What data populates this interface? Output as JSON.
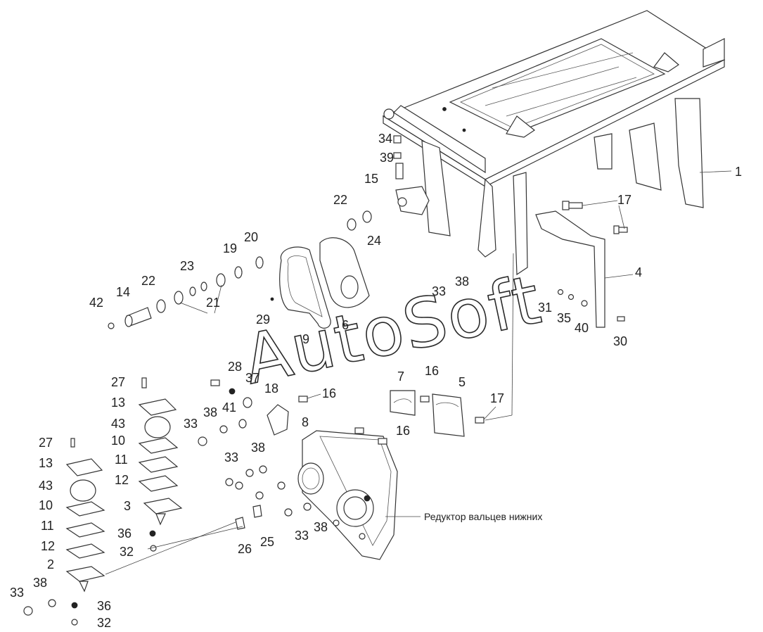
{
  "watermark": "AutoSoft",
  "caption": "Редуктор вальцев нижних",
  "labels": {
    "l1": "1",
    "l17a": "17",
    "l4": "4",
    "l34": "34",
    "l39": "39",
    "l15": "15",
    "l22a": "22",
    "l24": "24",
    "l20": "20",
    "l19": "19",
    "l23": "23",
    "l22b": "22",
    "l14": "14",
    "l42": "42",
    "l21": "21",
    "l33a": "33",
    "l38a": "38",
    "l31": "31",
    "l35": "35",
    "l40": "40",
    "l30": "30",
    "l29": "29",
    "l9": "9",
    "l6": "6",
    "l28": "28",
    "l37": "37",
    "l18": "18",
    "l41": "41",
    "l16a": "16",
    "l7": "7",
    "l16b": "16",
    "l5": "5",
    "l17b": "17",
    "l27a": "27",
    "l13a": "13",
    "l43a": "43",
    "l10a": "10",
    "l11a": "11",
    "l12a": "12",
    "l3": "3",
    "l36a": "36",
    "l32a": "32",
    "l33b": "33",
    "l38b": "38",
    "l8": "8",
    "l16c": "16",
    "l33c": "33",
    "l38c": "38",
    "l26": "26",
    "l25": "25",
    "l33d": "33",
    "l38d": "38",
    "l27b": "27",
    "l13b": "13",
    "l43b": "43",
    "l10b": "10",
    "l11b": "11",
    "l12b": "12",
    "l2": "2",
    "l33e": "33",
    "l38e": "38",
    "l36b": "36",
    "l32b": "32"
  }
}
